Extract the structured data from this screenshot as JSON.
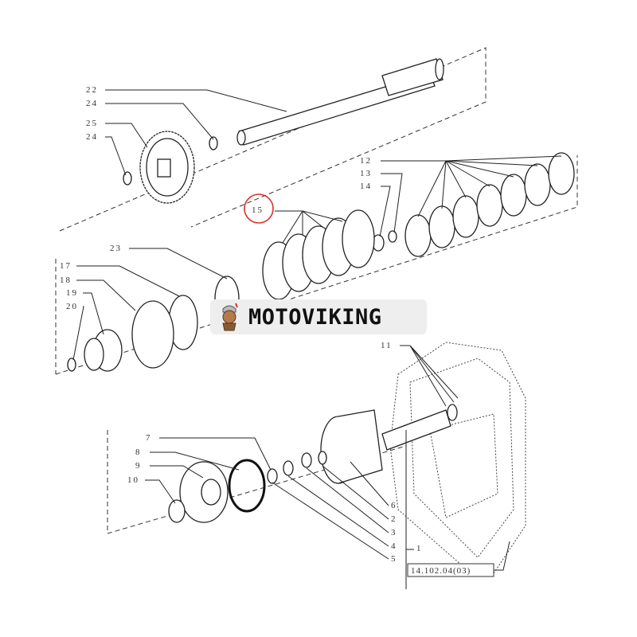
{
  "diagram": {
    "callouts_top": [
      "22",
      "24",
      "25",
      "24"
    ],
    "callouts_springs": [
      "12",
      "13",
      "14"
    ],
    "callout_highlight": "15",
    "callout_23": "23",
    "callouts_left": [
      "17",
      "18",
      "19",
      "20"
    ],
    "callout_11": "11",
    "callouts_lower_left": [
      "7",
      "8",
      "9",
      "10"
    ],
    "callouts_lower_right": [
      "6",
      "2",
      "3",
      "4",
      "5"
    ],
    "callout_1": "1",
    "reference_code": "14.102.04(03)",
    "highlight_color": "#d9302c"
  },
  "watermark": {
    "brand": "MOTOVIKING"
  }
}
